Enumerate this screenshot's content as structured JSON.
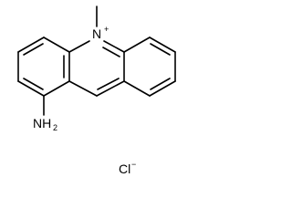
{
  "molecule": {
    "ring_nitrogen": "N",
    "ring_nitrogen_charge": "+",
    "amino_group": "NH",
    "amino_subscript": "2",
    "counter_ion": "Cl",
    "counter_ion_charge": "−"
  }
}
